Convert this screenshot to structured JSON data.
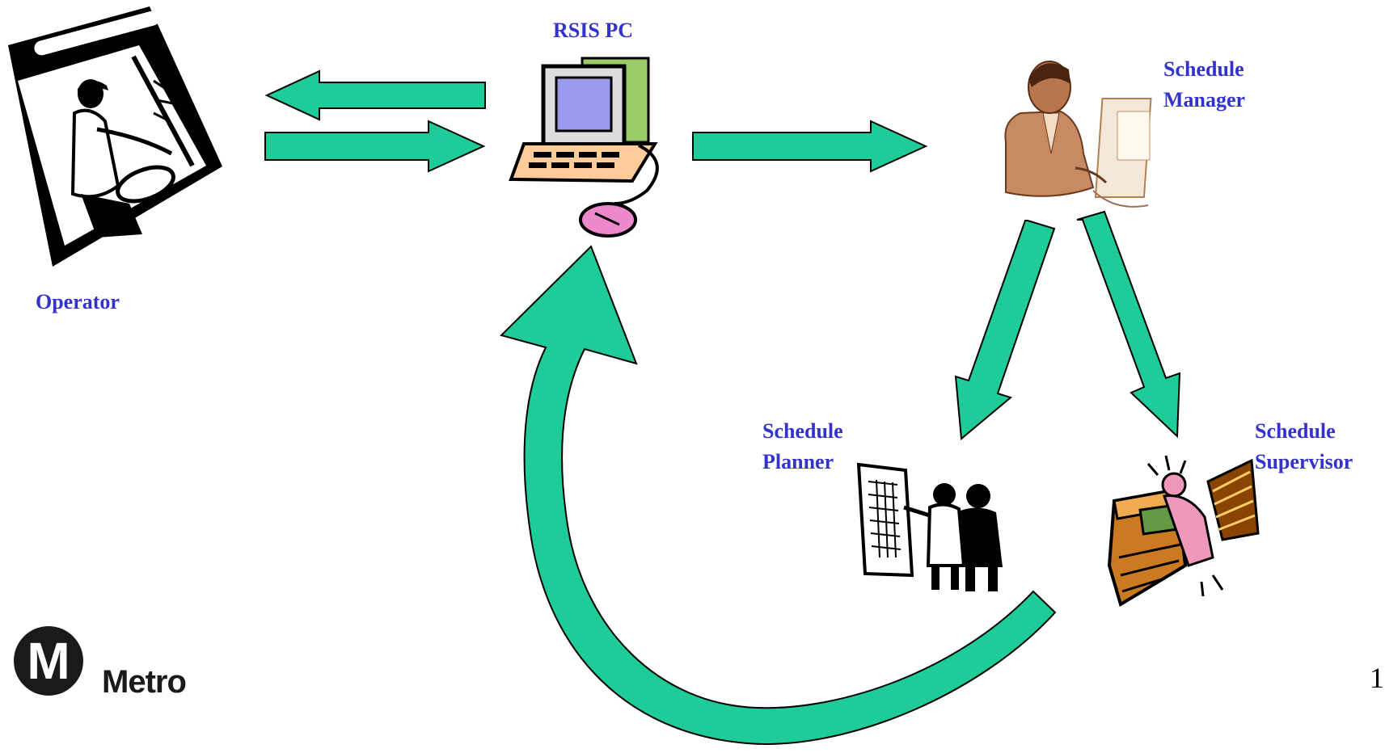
{
  "nodes": {
    "operator": {
      "label": "Operator",
      "icon": "bus-driver-icon"
    },
    "rsis_pc": {
      "label": "RSIS PC",
      "icon": "computer-icon"
    },
    "schedule_manager": {
      "label_line1": "Schedule",
      "label_line2": "Manager",
      "icon": "office-worker-icon"
    },
    "schedule_planner": {
      "label_line1": "Schedule",
      "label_line2": "Planner",
      "icon": "planners-icon"
    },
    "schedule_supervisor": {
      "label_line1": "Schedule",
      "label_line2": "Supervisor",
      "icon": "desk-phone-worker-icon"
    }
  },
  "logo": {
    "letter": "M",
    "word": "Metro"
  },
  "page_number": "1",
  "colors": {
    "arrow_fill": "#1fcc99",
    "arrow_stroke": "#000000",
    "label": "#3333cc"
  }
}
